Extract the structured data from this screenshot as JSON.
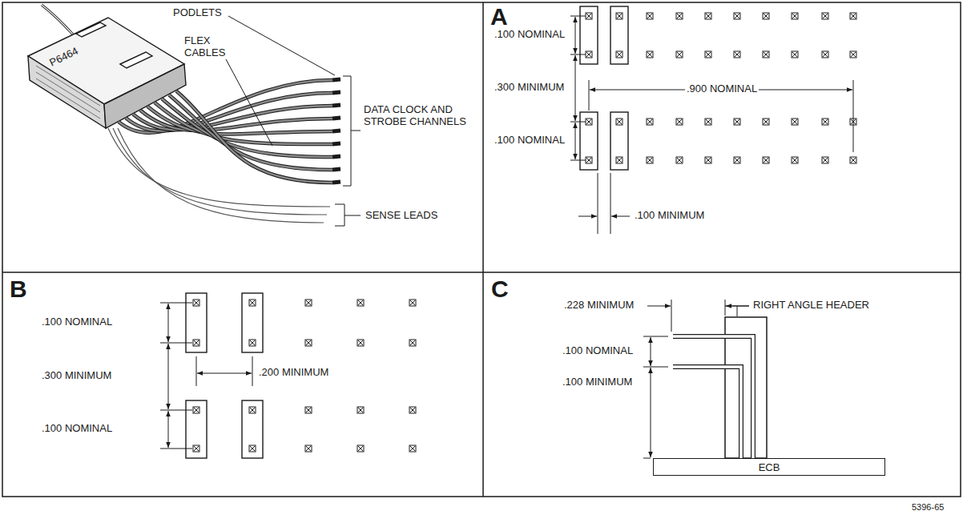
{
  "diagram": {
    "nodes": [
      {
        "text": [
          "ECB"
        ]
      }
    ],
    "labels": [
      "P6464",
      "PODLETS",
      "FLEX CABLES",
      "DATA CLOCK AND STROBE CHANNELS",
      "SENSE LEADS",
      "A",
      ".100 NOMINAL",
      ".300 MINIMUM",
      ".900 NOMINAL",
      ".100 NOMINAL",
      ".100 MINIMUM",
      "B",
      ".100 NOMINAL",
      ".200 MINIMUM",
      ".300 MINIMUM",
      ".100 NOMINAL",
      "C",
      ".228 MINIMUM",
      "RIGHT ANGLE HEADER",
      ".100 NOMINAL",
      ".100 MINIMUM",
      "5396-65"
    ]
  }
}
